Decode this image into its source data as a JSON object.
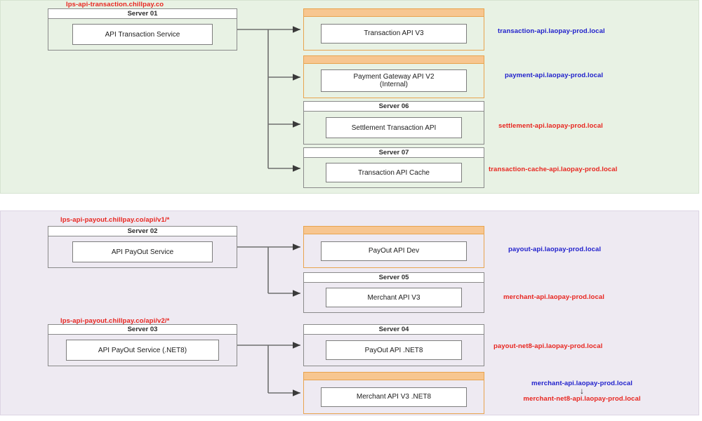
{
  "diagram": {
    "title_colors": {
      "url": "#e8251f",
      "endpoint_blue": "#2020cc",
      "endpoint_red": "#e8251f"
    },
    "sections": [
      {
        "id": "transaction",
        "background": "#e8f2e4",
        "url_caption": "lps-api-transaction.chillpay.co",
        "sources": [
          {
            "header": "Server 01",
            "service": "API Transaction Service"
          }
        ],
        "targets": [
          {
            "header": "",
            "style": "orange",
            "service": "Transaction API V3",
            "endpoint": "transaction-api.laopay-prod.local",
            "endpoint_color": "blue"
          },
          {
            "header": "",
            "style": "orange",
            "service": "Payment Gateway API V2\n(Internal)",
            "endpoint": "payment-api.laopay-prod.local",
            "endpoint_color": "blue"
          },
          {
            "header": "Server 06",
            "style": "plain",
            "service": "Settlement Transaction API",
            "endpoint": "settlement-api.laopay-prod.local",
            "endpoint_color": "red"
          },
          {
            "header": "Server 07",
            "style": "plain",
            "service": "Transaction API Cache",
            "endpoint": "transaction-cache-api.laopay-prod.local",
            "endpoint_color": "red"
          }
        ]
      },
      {
        "id": "payout",
        "background": "#eeeaf2",
        "url_caption_v1": "lps-api-payout.chillpay.co/api/v1/*",
        "url_caption_v2": "lps-api-payout.chillpay.co/api/v2/*",
        "sources": [
          {
            "header": "Server 02",
            "service": "API PayOut Service"
          },
          {
            "header": "Server 03",
            "service": "API PayOut Service (.NET8)"
          }
        ],
        "targets": [
          {
            "header": "",
            "style": "orange",
            "service": "PayOut API Dev",
            "endpoint": "payout-api.laopay-prod.local",
            "endpoint_color": "blue"
          },
          {
            "header": "Server 05",
            "style": "plain",
            "service": "Merchant API V3",
            "endpoint": "merchant-api.laopay-prod.local",
            "endpoint_color": "red"
          },
          {
            "header": "Server 04",
            "style": "plain",
            "service": "PayOut API .NET8",
            "endpoint": "payout-net8-api.laopay-prod.local",
            "endpoint_color": "red"
          },
          {
            "header": "",
            "style": "orange",
            "service": "Merchant API V3 .NET8",
            "endpoint_stack": {
              "top": "merchant-api.laopay-prod.local",
              "top_color": "blue",
              "arrow": "↓",
              "bottom": "merchant-net8-api.laopay-prod.local",
              "bottom_color": "red"
            }
          }
        ]
      }
    ]
  }
}
